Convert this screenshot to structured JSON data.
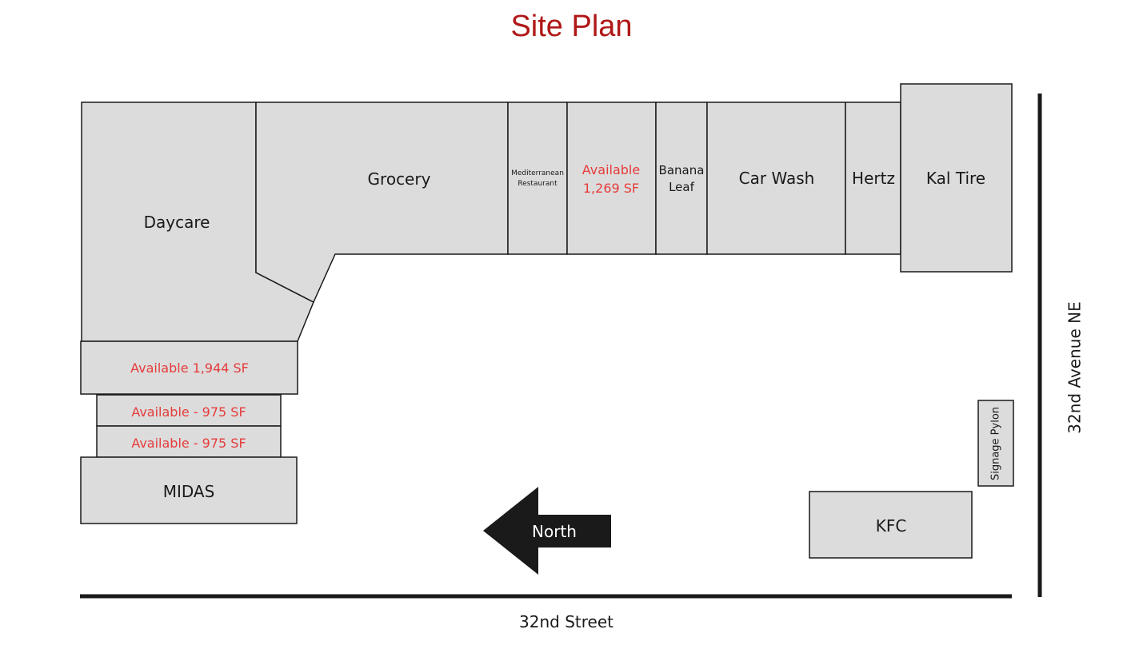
{
  "title": "Site Plan",
  "units": {
    "daycare": "Daycare",
    "grocery": "Grocery",
    "mediterranean_line1": "Mediterranean",
    "mediterranean_line2": "Restaurant",
    "available_1269_line1": "Available",
    "available_1269_line2": "1,269 SF",
    "banana_leaf_line1": "Banana",
    "banana_leaf_line2": "Leaf",
    "car_wash": "Car Wash",
    "hertz": "Hertz",
    "kal_tire": "Kal Tire",
    "available_1944": "Available 1,944 SF",
    "available_975_a": "Available - 975 SF",
    "available_975_b": "Available - 975 SF",
    "midas": "MIDAS",
    "kfc": "KFC",
    "signage_pylon": "Signage Pylon"
  },
  "north_arrow_label": "North",
  "streets": {
    "bottom": "32nd Street",
    "right": "32nd Avenue NE"
  },
  "colors": {
    "title": "#b01818",
    "available_text": "#e63b3b",
    "unit_fill": "#dcdcdc",
    "outline": "#1a1a1a"
  }
}
